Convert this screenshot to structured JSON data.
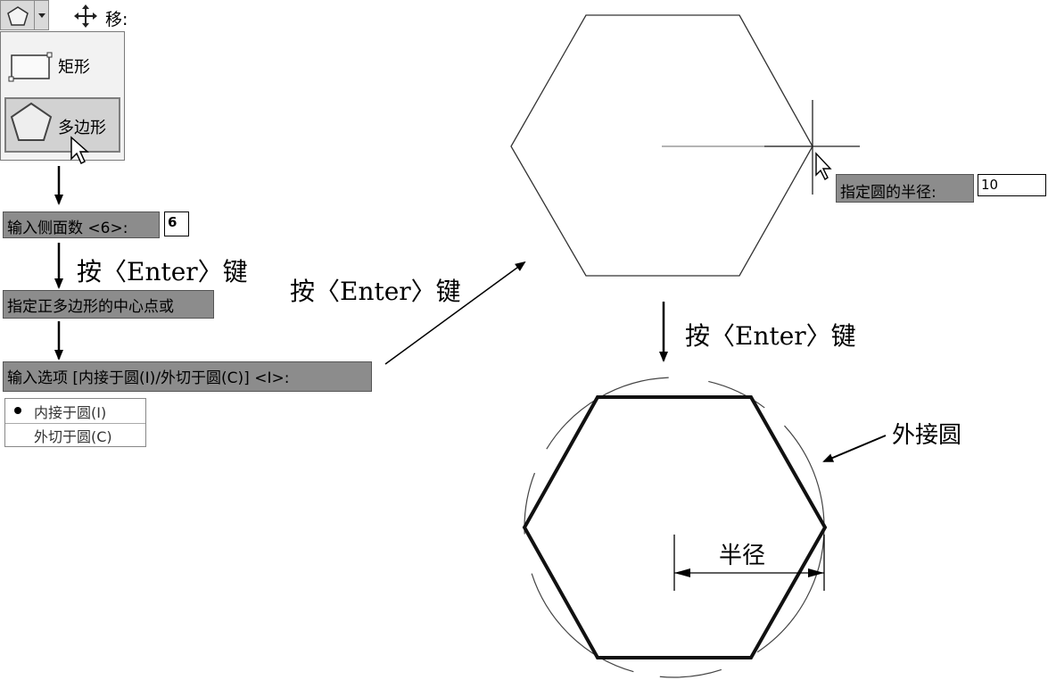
{
  "toolbar": {
    "polygon_button_icon": "pentagon-icon",
    "dropdown_icon": "triangle-down-icon",
    "move_icon": "move-cross-arrows-icon",
    "move_label": "移:"
  },
  "dropdown": {
    "items": [
      {
        "label": "矩形",
        "icon": "rectangle-icon"
      },
      {
        "label": "多边形",
        "icon": "pentagon-icon"
      }
    ]
  },
  "prompts": {
    "sides_prompt": "输入侧面数 <6>:",
    "sides_value": "6",
    "center_prompt": "指定正多边形的中心点或",
    "option_prompt": "输入选项 [内接于圆(I)/外切于圆(C)] <I>:",
    "options": [
      {
        "label": "内接于圆(I)",
        "selected": true
      },
      {
        "label": "外切于圆(C)",
        "selected": false
      }
    ],
    "radius_prompt": "指定圆的半径:",
    "radius_value": "10"
  },
  "annotations": {
    "press_enter_1": "按〈Enter〉键",
    "press_enter_2": "按〈Enter〉键",
    "press_enter_3": "按〈Enter〉键",
    "circumscribed_circle": "外接圆",
    "radius_label": "半径"
  }
}
